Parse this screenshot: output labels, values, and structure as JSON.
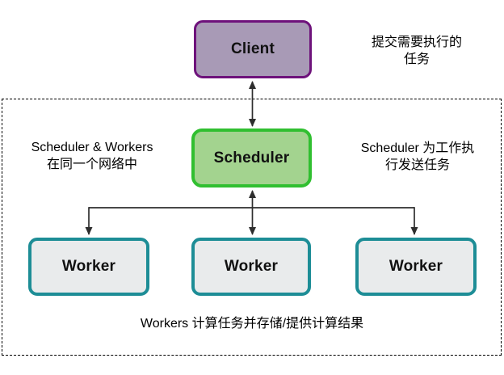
{
  "nodes": {
    "client": {
      "label": "Client"
    },
    "scheduler": {
      "label": "Scheduler"
    },
    "workers": [
      {
        "label": "Worker"
      },
      {
        "label": "Worker"
      },
      {
        "label": "Worker"
      }
    ]
  },
  "annotations": {
    "submit_tasks": "提交需要执行的\n任务",
    "same_network": "Scheduler & Workers\n在同一个网络中",
    "send_tasks": "Scheduler 为工作执\n行发送任务",
    "workers_compute": "Workers 计算任务并存储/提供计算结果"
  },
  "colors": {
    "client_fill": "#a89ab6",
    "client_stroke": "#6e127b",
    "scheduler_fill": "#a3d38f",
    "scheduler_stroke": "#30bf30",
    "worker_fill": "#e9ebec",
    "worker_stroke": "#1d8d96",
    "connector": "#2e2e2e",
    "boundary": "#000000",
    "background": "#ffffff",
    "text": "#000000"
  }
}
